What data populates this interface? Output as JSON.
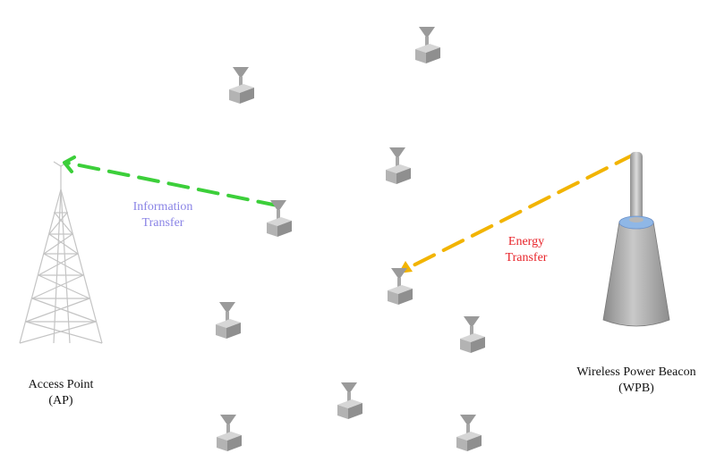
{
  "access_point": {
    "label_line1": "Access Point",
    "label_line2": "(AP)"
  },
  "beacon": {
    "label_line1": "Wireless Power Beacon",
    "label_line2": "(WPB)"
  },
  "info_link": {
    "label_line1": "Information",
    "label_line2": "Transfer",
    "color": "#3ccf3a",
    "text_color": "#8a84e6"
  },
  "energy_link": {
    "label_line1": "Energy",
    "label_line2": "Transfer",
    "color": "#f2b400",
    "text_color": "#e8242a"
  },
  "devices": [
    {
      "id": "d1"
    },
    {
      "id": "d2"
    },
    {
      "id": "d3"
    },
    {
      "id": "d4"
    },
    {
      "id": "d5"
    },
    {
      "id": "d6"
    },
    {
      "id": "d7"
    },
    {
      "id": "d8"
    },
    {
      "id": "d9"
    },
    {
      "id": "d10"
    },
    {
      "id": "d11"
    }
  ],
  "colors": {
    "device_body": "#b3b3b3",
    "device_top": "#d6d6d6",
    "device_side": "#8f8f8f",
    "tower": "#c4c4c4",
    "beacon_body": "#b0b0b0",
    "beacon_top": "#8fb7e6"
  }
}
